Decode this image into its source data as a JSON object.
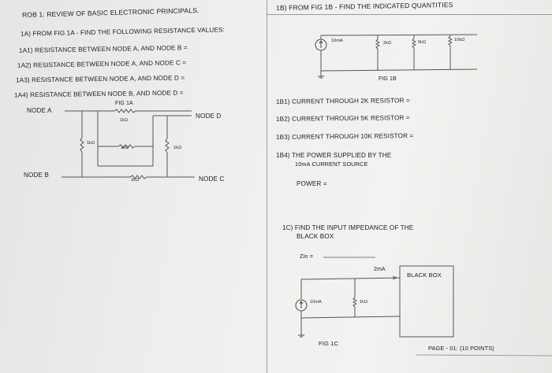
{
  "header_left": "ROB 1: REVIEW OF BASIC ELECTRONIC PRINCIPALS.",
  "q1a": {
    "heading": "1A) FROM FIG 1A - FIND THE FOLLOWING RESISTANCE VALUES:",
    "items": [
      "1A1) RESISTANCE BETWEEN NODE A, AND NODE B =",
      "1A2) RESISTANCE BETWEEN NODE A, AND NODE C =",
      "1A3) RESISTANCE BETWEEN NODE A, AND NODE D =",
      "1A4) RESISTANCE BETWEEN NODE B, AND NODE D ="
    ]
  },
  "fig1a": {
    "caption": "FIG 1A",
    "node_a": "NODE A",
    "node_b": "NODE B",
    "node_c": "NODE C",
    "node_d": "NODE D",
    "r_top": "1kΩ",
    "r_left": "1kΩ",
    "r_mid": "1kΩ",
    "r_right": "1kΩ",
    "r_bottom": "1kΩ"
  },
  "q1b": {
    "heading": "1B) FROM FIG 1B - FIND THE INDICATED QUANTITIES",
    "source": "10mA",
    "r1": "2kΩ",
    "r2": "5kΩ",
    "r3": "10kΩ",
    "caption": "FIG 1B",
    "items": [
      "1B1) CURRENT THROUGH 2K RESISTOR =",
      "1B2) CURRENT THROUGH 5K RESISTOR =",
      "1B3) CURRENT THROUGH 10K RESISTOR ="
    ],
    "power_q_line1": "1B4) THE POWER SUPPLIED BY THE",
    "power_q_line2": "10mA CURRENT SOURCE",
    "power_label": "POWER ="
  },
  "q1c": {
    "heading_line1": "1C) FIND THE INPUT IMPEDANCE OF THE",
    "heading_line2": "BLACK BOX",
    "zin_label": "Zin =",
    "current_label": "2mA",
    "black_box": "BLACK BOX",
    "source": "10mA",
    "resistor": "1kΩ",
    "caption": "FIG 1C"
  },
  "footer": "PAGE - 01: (10 POINTS)"
}
